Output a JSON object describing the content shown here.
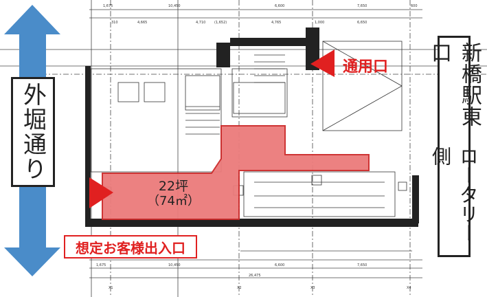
{
  "colors": {
    "arrow_blue": "#4a8cc9",
    "tenant_fill": "#eb7b7b",
    "tenant_stroke": "#cc2a2a",
    "accent_red": "#e02020",
    "plan_line": "#333333"
  },
  "left_street": {
    "label": "外堀通り",
    "icon": "double-arrow-vertical-icon"
  },
  "right_side": {
    "label_line1": "新橋駅東口",
    "label_line2": "ロータリー側"
  },
  "service_entrance": {
    "label": "通用口",
    "icon": "triangle-left-icon"
  },
  "customer_entrance": {
    "label": "想定お客様出入口",
    "icon": "triangle-right-icon"
  },
  "tenant_area": {
    "tsubo": "22坪",
    "sqm": "（74㎡）"
  },
  "dimensions": {
    "top": [
      "1,675",
      "10,450",
      "6,600",
      "7,650",
      "600"
    ],
    "top_row2": [
      "310",
      "4,665",
      "4,710",
      "(1,652)",
      "4,765",
      "1,000",
      "6,650"
    ],
    "bottom": [
      "1,675",
      "10,450",
      "6,600",
      "7,650"
    ],
    "bottom_total": "26,475",
    "grid": [
      "X1",
      "X2",
      "X3",
      "X4"
    ]
  }
}
